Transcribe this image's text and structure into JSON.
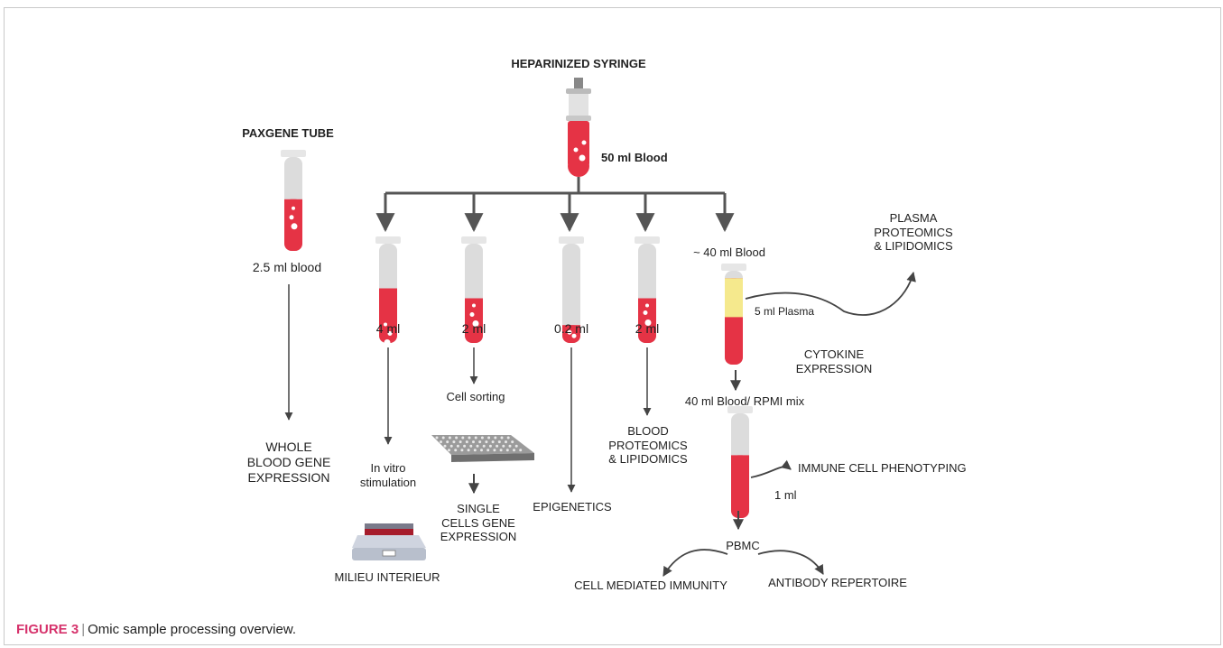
{
  "colors": {
    "blood": "#e53345",
    "plasma": "#f5e98d",
    "tube": "#dcdcdc",
    "arrow": "#555555",
    "caption_accent": "#d6336c"
  },
  "syringe": {
    "title": "HEPARINIZED SYRINGE",
    "volume": "50 ml Blood",
    "icon": "syringe-icon"
  },
  "paxgene": {
    "title": "PAXGENE TUBE",
    "volume": "2.5 ml blood",
    "output": "WHOLE\nBLOOD GENE\nEXPRESSION"
  },
  "branches": {
    "b1": {
      "volume": "4 ml",
      "step": "In vitro\nstimulation",
      "output": "MILIEU INTERIEUR",
      "fill": 0.55,
      "icon": "incubator-icon"
    },
    "b2": {
      "volume": "2 ml",
      "step": "Cell sorting",
      "output": "SINGLE\nCELLS GENE\nEXPRESSION",
      "fill": 0.45,
      "icon": "well-plate-icon"
    },
    "b3": {
      "volume": "0.2 ml",
      "output": "EPIGENETICS",
      "fill": 0.18
    },
    "b4": {
      "volume": "2 ml",
      "output": "BLOOD\nPROTEOMICS\n& LIPIDOMICS",
      "fill": 0.45
    },
    "b5": {
      "volume": "~ 40 ml Blood",
      "plasma": "5 ml Plasma",
      "plasma_out1": "PLASMA\nPROTEOMICS\n& LIPIDOMICS",
      "plasma_out2": "CYTOKINE\nEXPRESSION",
      "mix": "40 ml Blood/ RPMI mix",
      "phenotype": "IMMUNE CELL PHENOTYPING",
      "pheno_vol": "1 ml",
      "pbmc": "PBMC",
      "pbmc_out1": "CELL MEDIATED IMMUNITY",
      "pbmc_out2": "ANTIBODY REPERTOIRE"
    }
  },
  "caption": {
    "figure": "FIGURE 3",
    "separator": "|",
    "text": "Omic sample processing overview."
  }
}
